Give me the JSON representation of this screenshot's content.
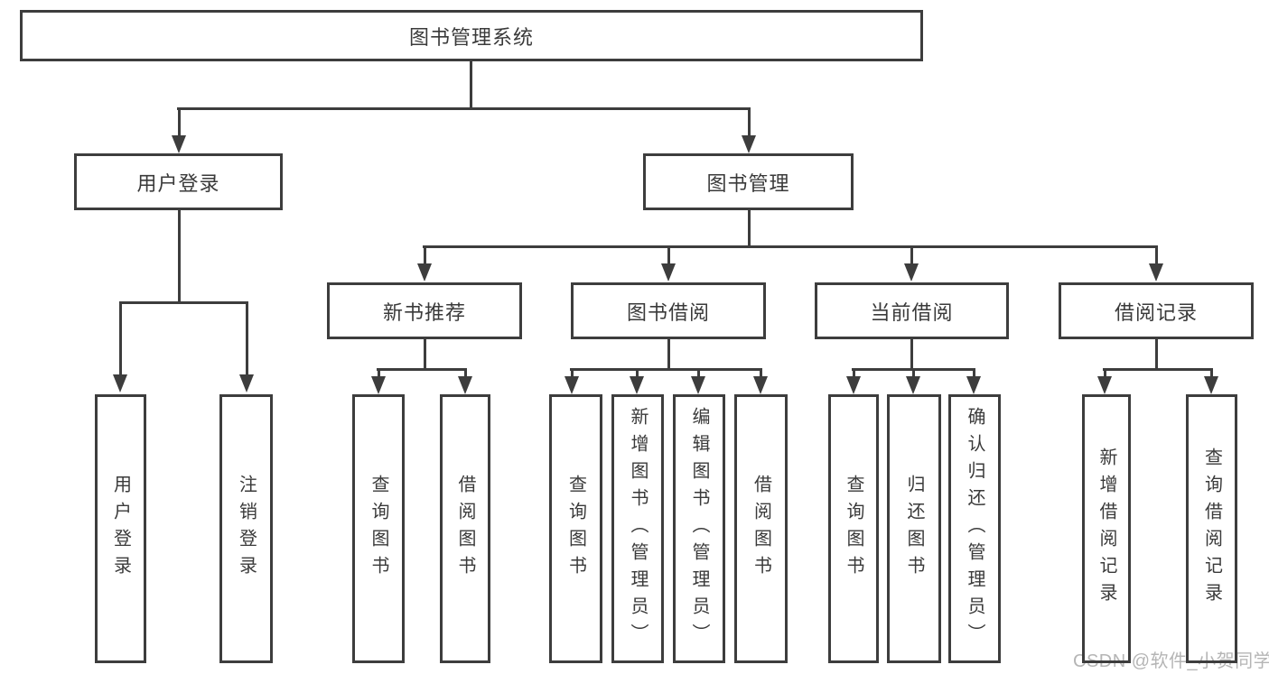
{
  "colors": {
    "line": "#3d3d3d",
    "text": "#3a3a3a",
    "background": "#ffffff",
    "watermark": "#b5b5b5"
  },
  "watermark": {
    "text": "CSDN @软件_小贺同学"
  },
  "tree": {
    "root": {
      "label": "图书管理系统"
    },
    "branches": [
      {
        "label": "用户登录",
        "children": [
          {
            "label": "用户登录"
          },
          {
            "label": "注销登录"
          }
        ]
      },
      {
        "label": "图书管理",
        "children": [
          {
            "label": "新书推荐",
            "children": [
              {
                "label": "查询图书"
              },
              {
                "label": "借阅图书"
              }
            ]
          },
          {
            "label": "图书借阅",
            "children": [
              {
                "label": "查询图书"
              },
              {
                "label": "新增图书（管理员）"
              },
              {
                "label": "编辑图书（管理员）"
              },
              {
                "label": "借阅图书"
              }
            ]
          },
          {
            "label": "当前借阅",
            "children": [
              {
                "label": "查询图书"
              },
              {
                "label": "归还图书"
              },
              {
                "label": "确认归还（管理员）"
              }
            ]
          },
          {
            "label": "借阅记录",
            "children": [
              {
                "label": "新增借阅记录"
              },
              {
                "label": "查询借阅记录"
              }
            ]
          }
        ]
      }
    ]
  }
}
